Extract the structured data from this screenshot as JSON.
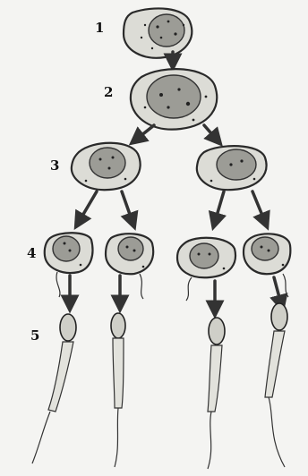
{
  "labels": {
    "stage_1": "1",
    "stage_2": "2",
    "stage_3": "3",
    "stage_4": "4",
    "stage_5": "5"
  },
  "colors": {
    "background": "#f4f4f2",
    "cell_fill": "#dcdcd6",
    "outline": "#2a2a2a",
    "nucleus": "#9c9c96"
  }
}
